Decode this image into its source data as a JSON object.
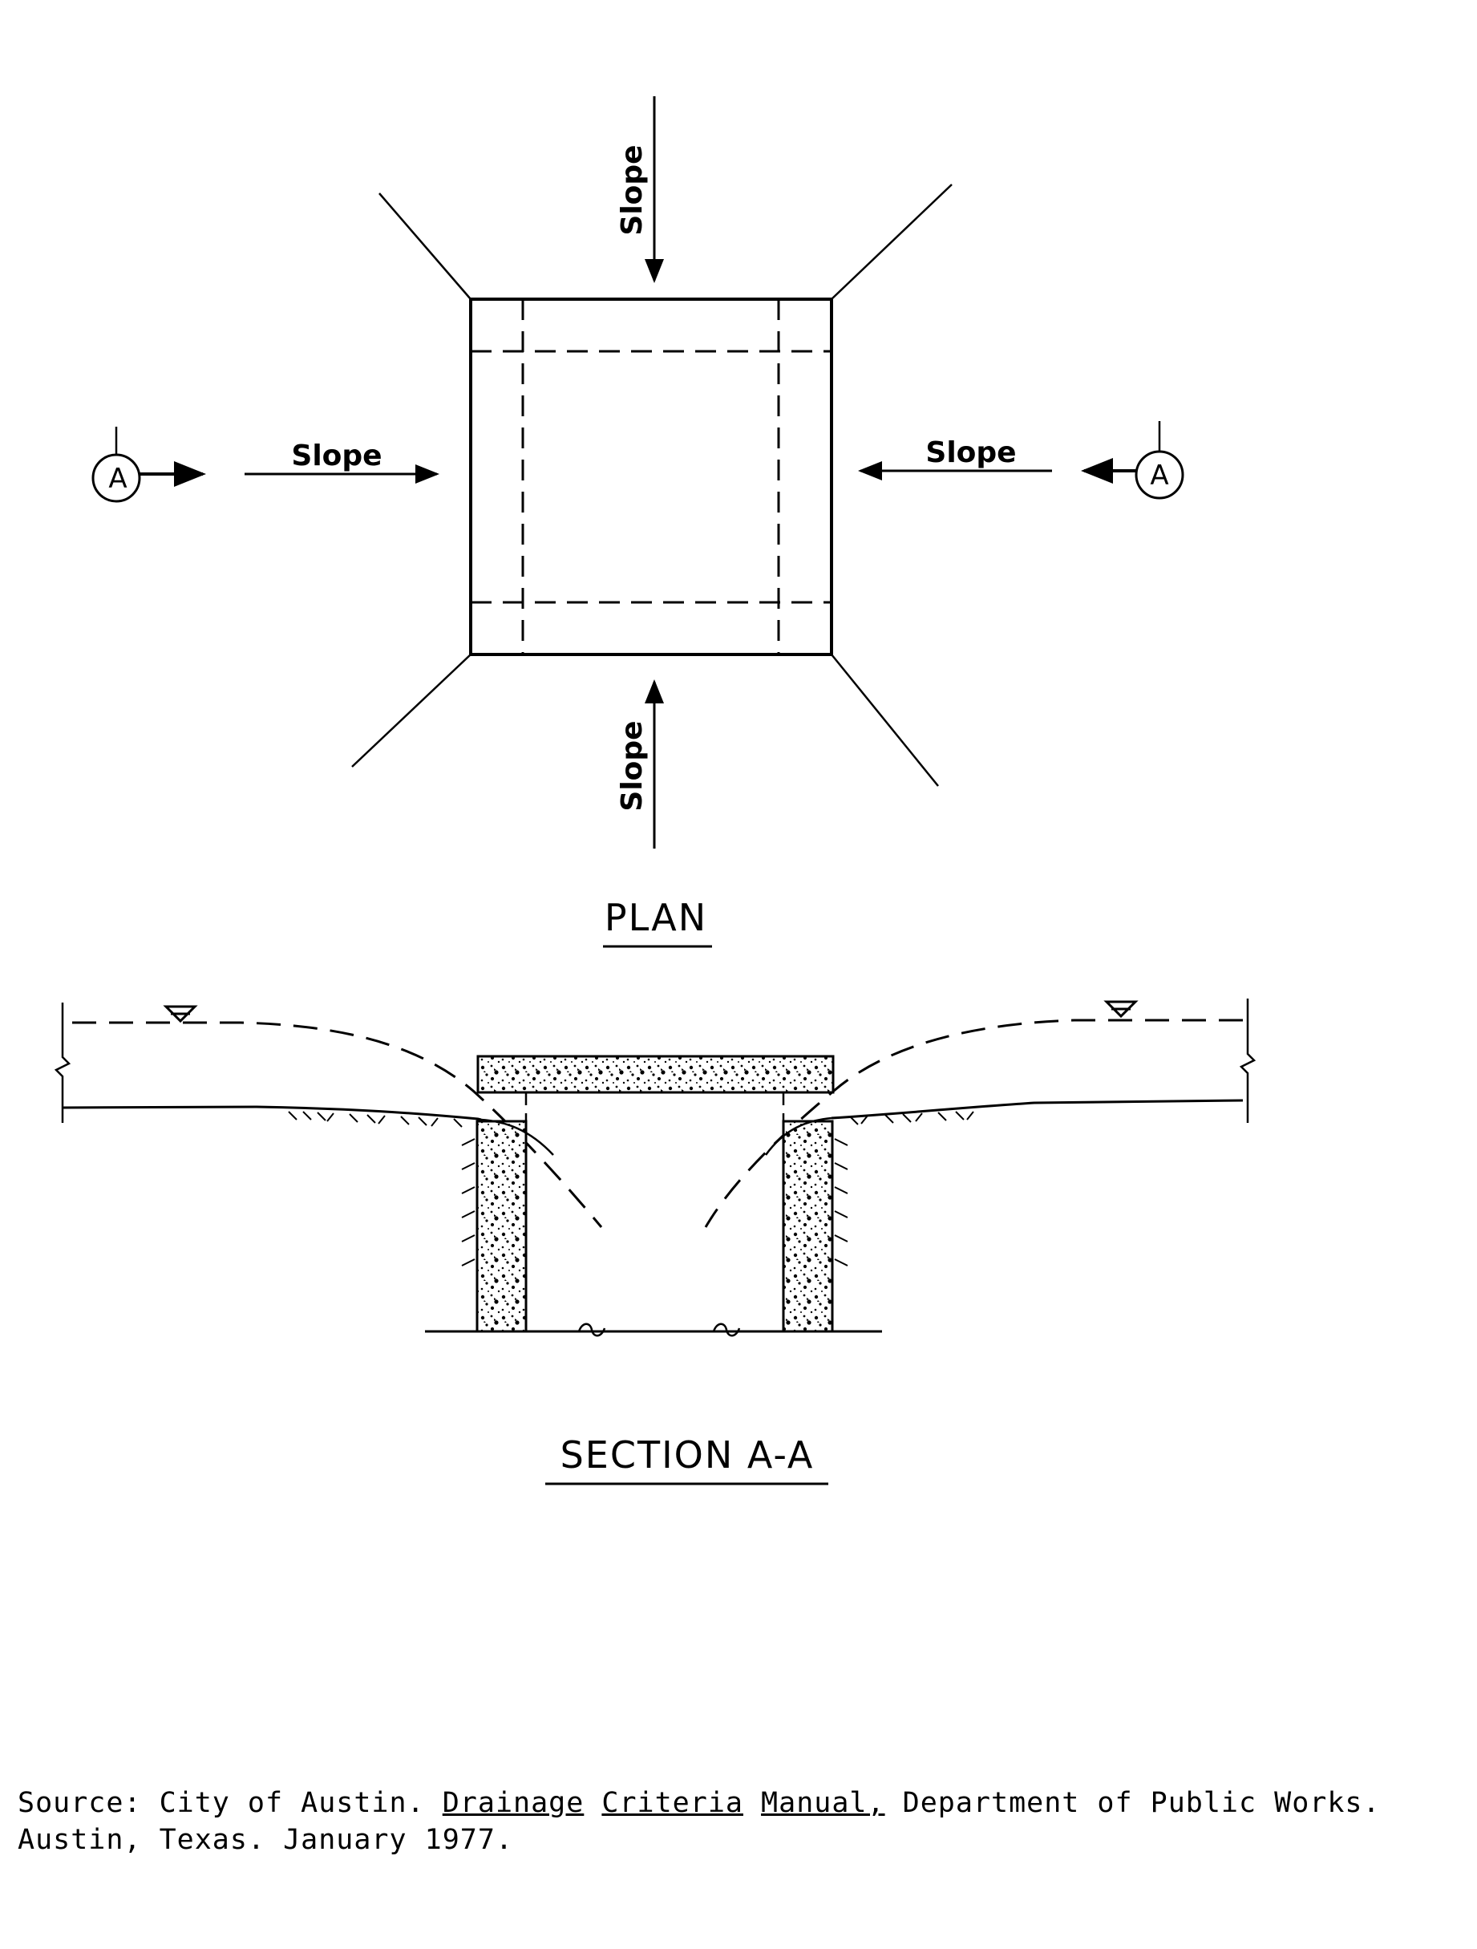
{
  "plan": {
    "slope_label": "Slope",
    "section_marker": "A",
    "title": "PLAN"
  },
  "section": {
    "title": "SECTION A-A"
  },
  "source": {
    "prefix": "Source: City of Austin. ",
    "word1": "Drainage",
    "word2": "Criteria",
    "word3": "Manual,",
    "rest": " Department of Public Works.",
    "line2": "Austin, Texas. January 1977."
  },
  "colors": {
    "ink": "#000000",
    "background": "#ffffff"
  }
}
